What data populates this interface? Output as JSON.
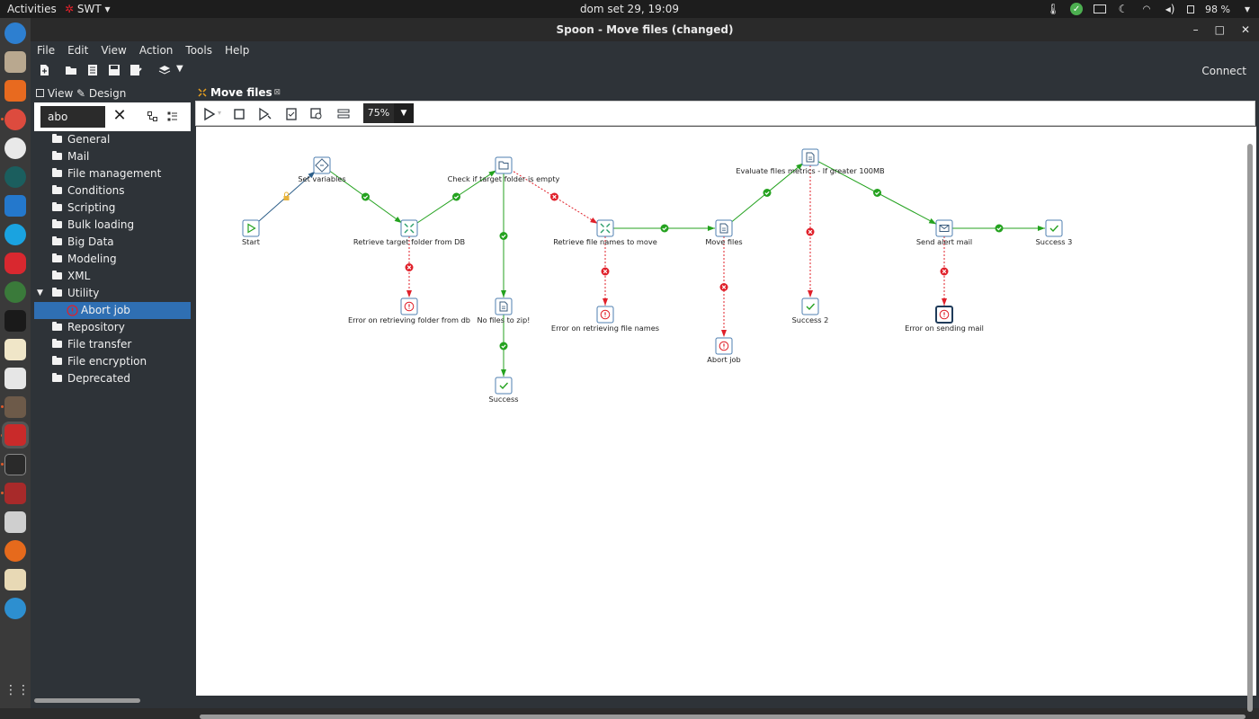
{
  "topbar": {
    "activities": "Activities",
    "app_menu": "SWT",
    "clock": "dom set 29, 19:09",
    "battery": "98 %"
  },
  "window": {
    "title": "Spoon - Move files (changed)"
  },
  "menu": [
    "File",
    "Edit",
    "View",
    "Action",
    "Tools",
    "Help"
  ],
  "toolbar": {
    "connect": "Connect"
  },
  "left_panel": {
    "tab_view": "View",
    "tab_design": "Design",
    "search_value": "abo",
    "tree": [
      {
        "label": "General"
      },
      {
        "label": "Mail"
      },
      {
        "label": "File management"
      },
      {
        "label": "Conditions"
      },
      {
        "label": "Scripting"
      },
      {
        "label": "Bulk loading"
      },
      {
        "label": "Big Data"
      },
      {
        "label": "Modeling"
      },
      {
        "label": "XML"
      },
      {
        "label": "Utility",
        "expanded": true
      },
      {
        "label": "Abort job",
        "selected": true,
        "child": true
      },
      {
        "label": "Repository"
      },
      {
        "label": "File transfer"
      },
      {
        "label": "File encryption"
      },
      {
        "label": "Deprecated"
      }
    ]
  },
  "editor": {
    "tab_title": "Move files",
    "zoom": "75%"
  },
  "job": {
    "colors": {
      "ok": "#24a21f",
      "error": "#e0202a",
      "unconditional": "#2d5f8a",
      "node_border": "#4f7fb0"
    },
    "nodes": [
      {
        "id": "start",
        "label": "Start",
        "icon": "start-icon"
      },
      {
        "id": "setvars",
        "label": "Set variables",
        "icon": "set-variables-icon"
      },
      {
        "id": "retfolder",
        "label": "Retrieve target folder from DB",
        "icon": "transformation-icon"
      },
      {
        "id": "errfolder",
        "label": "Error on retrieving folder from db",
        "icon": "abort-icon"
      },
      {
        "id": "checkempty",
        "label": "Check if target folder is empty",
        "icon": "folder-check-icon"
      },
      {
        "id": "nofiles",
        "label": "No files to zip!",
        "icon": "log-icon"
      },
      {
        "id": "success1",
        "label": "Success",
        "icon": "success-icon"
      },
      {
        "id": "retfiles",
        "label": "Retrieve file names to move",
        "icon": "transformation-icon"
      },
      {
        "id": "errfiles",
        "label": "Error on retrieving file names",
        "icon": "abort-icon"
      },
      {
        "id": "movefiles",
        "label": "Move files",
        "icon": "move-files-icon"
      },
      {
        "id": "abortjob",
        "label": "Abort job",
        "icon": "abort-icon"
      },
      {
        "id": "evaluate",
        "label": "Evaluate files metrics - If greater 100MB",
        "icon": "evaluate-icon"
      },
      {
        "id": "success2",
        "label": "Success 2",
        "icon": "success-icon"
      },
      {
        "id": "sendmail",
        "label": "Send alert mail",
        "icon": "mail-icon"
      },
      {
        "id": "errmail",
        "label": "Error on sending mail",
        "icon": "abort-icon"
      },
      {
        "id": "success3",
        "label": "Success 3",
        "icon": "success-icon"
      }
    ],
    "hops": [
      {
        "from": "start",
        "to": "setvars",
        "type": "unconditional"
      },
      {
        "from": "setvars",
        "to": "retfolder",
        "type": "ok"
      },
      {
        "from": "retfolder",
        "to": "checkempty",
        "type": "ok"
      },
      {
        "from": "retfolder",
        "to": "errfolder",
        "type": "error"
      },
      {
        "from": "checkempty",
        "to": "nofiles",
        "type": "ok"
      },
      {
        "from": "checkempty",
        "to": "retfiles",
        "type": "error"
      },
      {
        "from": "nofiles",
        "to": "success1",
        "type": "ok"
      },
      {
        "from": "retfiles",
        "to": "movefiles",
        "type": "ok"
      },
      {
        "from": "retfiles",
        "to": "errfiles",
        "type": "error"
      },
      {
        "from": "movefiles",
        "to": "evaluate",
        "type": "ok"
      },
      {
        "from": "movefiles",
        "to": "abortjob",
        "type": "error"
      },
      {
        "from": "evaluate",
        "to": "sendmail",
        "type": "ok"
      },
      {
        "from": "evaluate",
        "to": "success2",
        "type": "error"
      },
      {
        "from": "sendmail",
        "to": "success3",
        "type": "ok"
      },
      {
        "from": "sendmail",
        "to": "errmail",
        "type": "error"
      }
    ]
  }
}
